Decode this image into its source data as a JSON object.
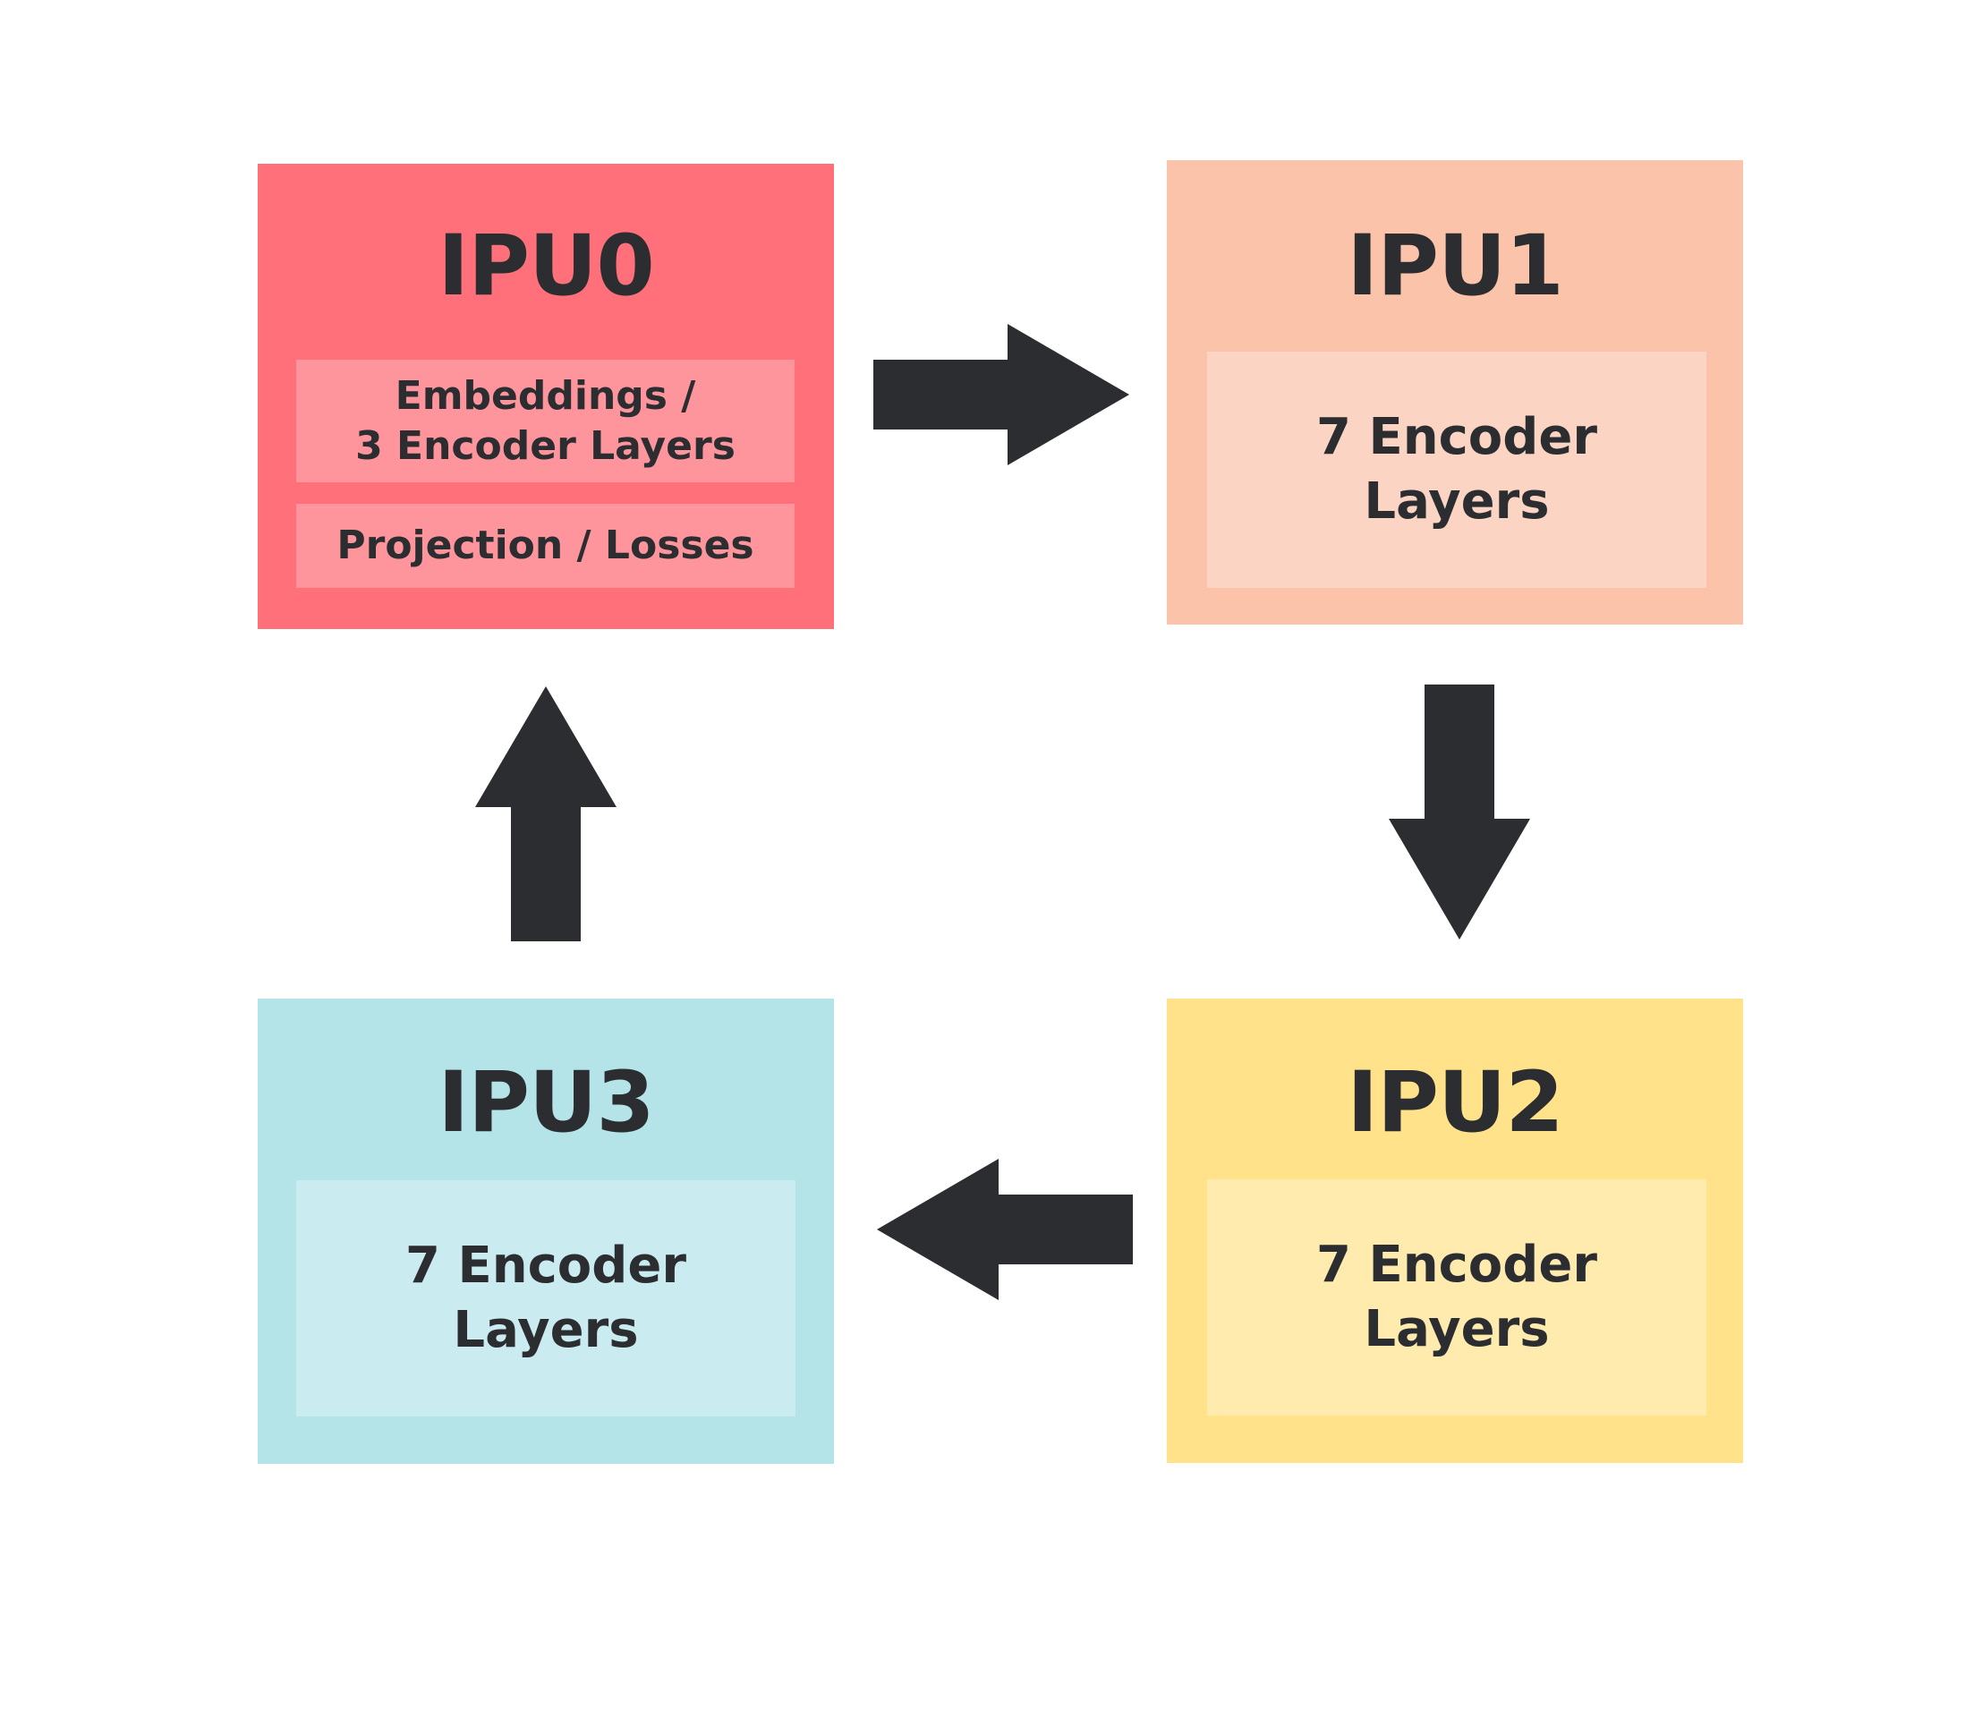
{
  "colors": {
    "arrow": "#2b2d30",
    "ipu0_bg": "#ff707a",
    "ipu0_panel": "#ff959c",
    "ipu1_bg": "#fbc3a9",
    "ipu1_panel": "#fcd4c3",
    "ipu2_bg": "#ffe28a",
    "ipu2_panel": "#ffebad",
    "ipu3_bg": "#b4e3e8",
    "ipu3_panel": "#caebef",
    "text": "#2b2d30"
  },
  "ipus": [
    {
      "id": "ipu0",
      "title": "IPU0",
      "panels": [
        "Embeddings /\n3 Encoder Layers",
        "Projection / Losses"
      ]
    },
    {
      "id": "ipu1",
      "title": "IPU1",
      "panels": [
        "7 Encoder\nLayers"
      ]
    },
    {
      "id": "ipu2",
      "title": "IPU2",
      "panels": [
        "7 Encoder\nLayers"
      ]
    },
    {
      "id": "ipu3",
      "title": "IPU3",
      "panels": [
        "7 Encoder\nLayers"
      ]
    }
  ],
  "flow": [
    "IPU0 → IPU1",
    "IPU1 → IPU2",
    "IPU2 → IPU3",
    "IPU3 → IPU0"
  ]
}
